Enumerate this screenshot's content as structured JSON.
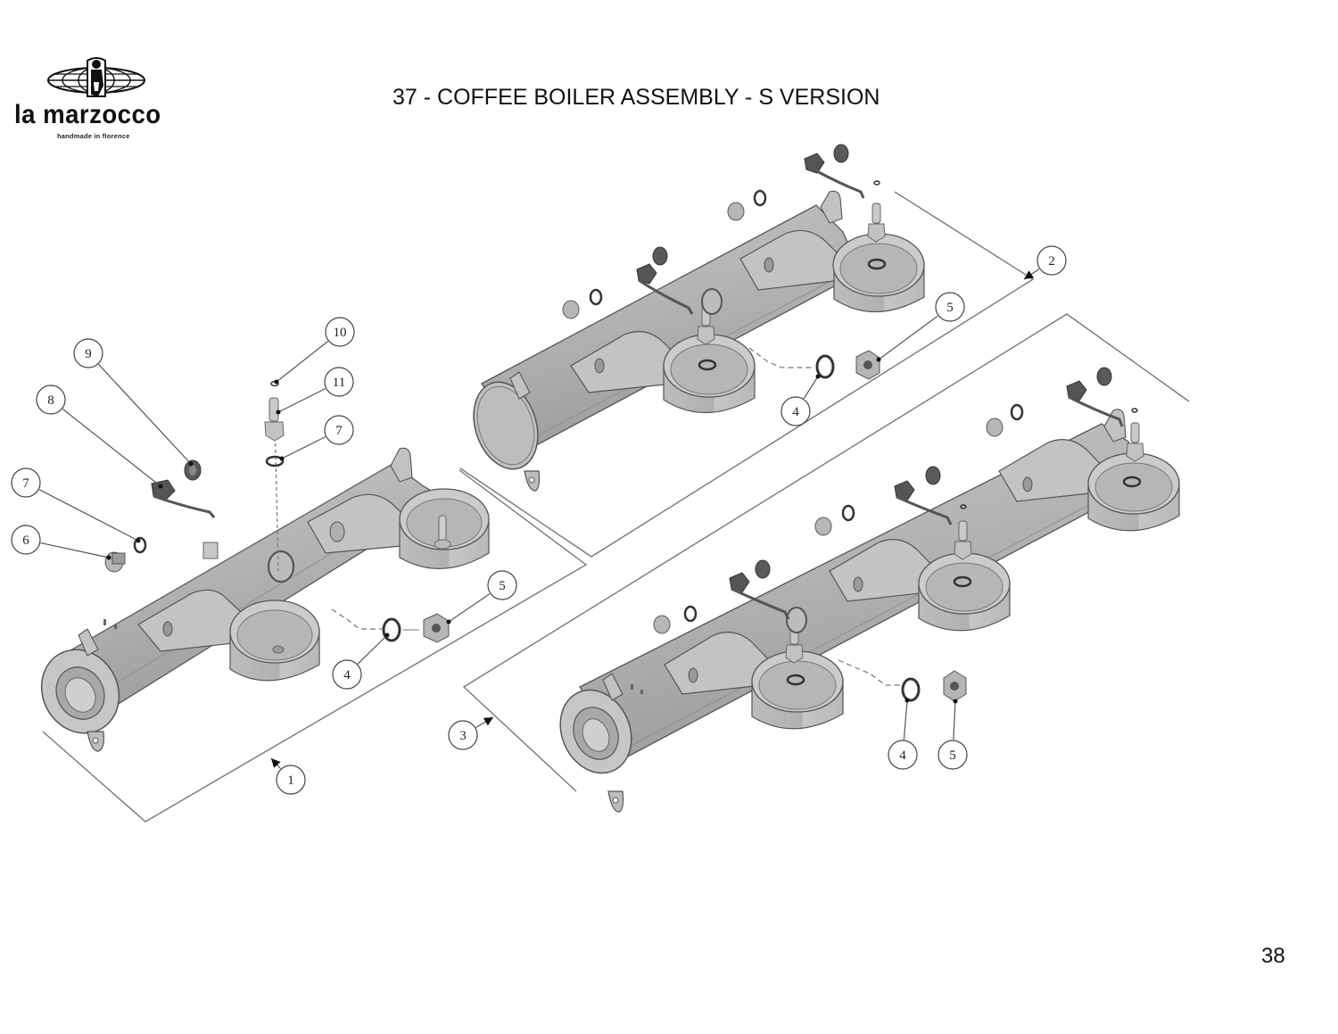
{
  "brand": {
    "name": "la marzocco",
    "tagline": "handmade in florence",
    "logo_icon": "globe-lion-emblem-icon"
  },
  "page": {
    "title": "37 - COFFEE BOILER ASSEMBLY - S VERSION",
    "number": "38"
  },
  "diagram": {
    "type": "exploded-parts-diagram",
    "colors": {
      "body": "#b9b9b9",
      "shade": "#a3a3a3",
      "outline": "#555555",
      "part_dark": "#5a5a5a",
      "line": "#777777"
    },
    "assemblies": [
      {
        "id": "1",
        "label": "1",
        "description": "2-group boiler (exploded with components)"
      },
      {
        "id": "2",
        "label": "2",
        "description": "2-group boiler assembly"
      },
      {
        "id": "3",
        "label": "3",
        "description": "3-group boiler assembly"
      }
    ],
    "callouts": [
      {
        "label": "10",
        "assembly": "1"
      },
      {
        "label": "9",
        "assembly": "1"
      },
      {
        "label": "11",
        "assembly": "1"
      },
      {
        "label": "8",
        "assembly": "1"
      },
      {
        "label": "7",
        "assembly": "1",
        "position": "upper"
      },
      {
        "label": "7",
        "assembly": "1",
        "position": "left"
      },
      {
        "label": "6",
        "assembly": "1"
      },
      {
        "label": "5",
        "assembly": "1"
      },
      {
        "label": "4",
        "assembly": "1"
      },
      {
        "label": "1",
        "assembly": "1"
      },
      {
        "label": "2",
        "assembly": "2"
      },
      {
        "label": "5",
        "assembly": "2"
      },
      {
        "label": "4",
        "assembly": "2"
      },
      {
        "label": "3",
        "assembly": "3"
      },
      {
        "label": "4",
        "assembly": "3"
      },
      {
        "label": "5",
        "assembly": "3"
      }
    ]
  }
}
